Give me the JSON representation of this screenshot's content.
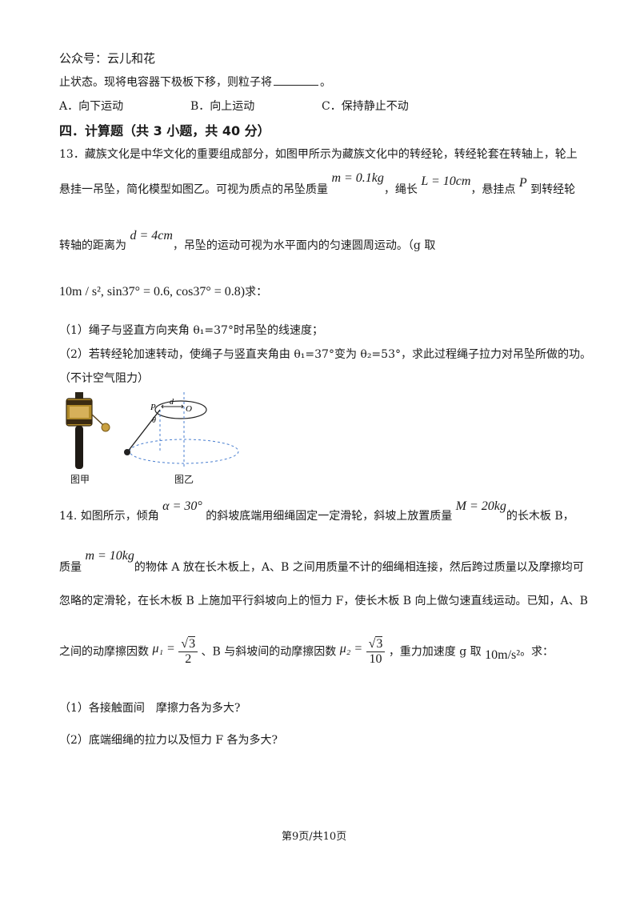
{
  "header": {
    "wechat": "公众号：云儿和花"
  },
  "q12_tail": {
    "line_start": "止状态。现将电容器下极板下移，则粒子将",
    "line_end": "。",
    "options": [
      "A．向下运动",
      "B．向上运动",
      "C．保持静止不动"
    ]
  },
  "section": {
    "title": "四．计算题（共 3 小题，共 40 分）"
  },
  "q13": {
    "line1": "13．藏族文化是中华文化的重要组成部分，如图甲所示为藏族文化中的转经轮，转经轮套在转轴上，轮上",
    "line2_a": "悬挂一吊坠，简化模型如图乙。可视为质点的吊坠质量",
    "line2_m": "m = 0.1kg",
    "line2_b": "，绳长",
    "line2_L": "L = 10cm",
    "line2_c": "，悬挂点",
    "line2_P": "P",
    "line2_d": "到转经轮",
    "line3_a": "转轴的距离为",
    "line3_d": "d = 4cm",
    "line3_b": "，吊坠的运动可视为水平面内的匀速圆周运动。（g 取",
    "line4_math": "10m / s², sin37° = 0.6, cos37° = 0.8)",
    "line4_end": "求：",
    "sub1": "（1）绳子与竖直方向夹角 θ₁=37°时吊坠的线速度；",
    "sub2": "（2）若转经轮加速转动，使绳子与竖直夹角由 θ₁=37°变为 θ₂=53°，求此过程绳子拉力对吊坠所做的功。",
    "note": "（不计空气阻力）",
    "fig_a_caption": "图甲",
    "fig_b_caption": "图乙",
    "fig_labels": {
      "P": "P",
      "d": "d",
      "O": "O",
      "theta": "θ"
    }
  },
  "q14": {
    "line1_a": "14. 如图所示，倾角",
    "line1_alpha": "α = 30°",
    "line1_b": "的斜坡底端用细绳固定一定滑轮，斜坡上放置质量",
    "line1_M": "M = 20kg",
    "line1_c": "的长木板 B，",
    "line2_a": "质量",
    "line2_m": "m = 10kg",
    "line2_b": "的物体 A 放在长木板上，A、B 之间用质量不计的细绳相连接，然后跨过质量以及摩擦均可",
    "line3": "忽略的定滑轮，在长木板 B 上施加平行斜坡向上的恒力 F，使长木板 B 向上做匀速直线运动。已知，A、B",
    "line4_a": "之间的动摩擦因数",
    "mu1_lhs": "μ₁ =",
    "mu1_num": "3",
    "mu1_den": "2",
    "line4_b": "、B 与斜坡间的动摩擦因数",
    "mu2_lhs": "μ₂ =",
    "mu2_num": "3",
    "mu2_den": "10",
    "line4_c": "，重力加速度 g 取",
    "line4_g": "10m/s²",
    "line4_end": "。求：",
    "sub1": "（1）各接触面间　摩擦力各为多大?",
    "sub2": "（2）底端细绳的拉力以及恒力 F 各为多大?"
  },
  "footer": {
    "page": "第9页/共10页"
  }
}
